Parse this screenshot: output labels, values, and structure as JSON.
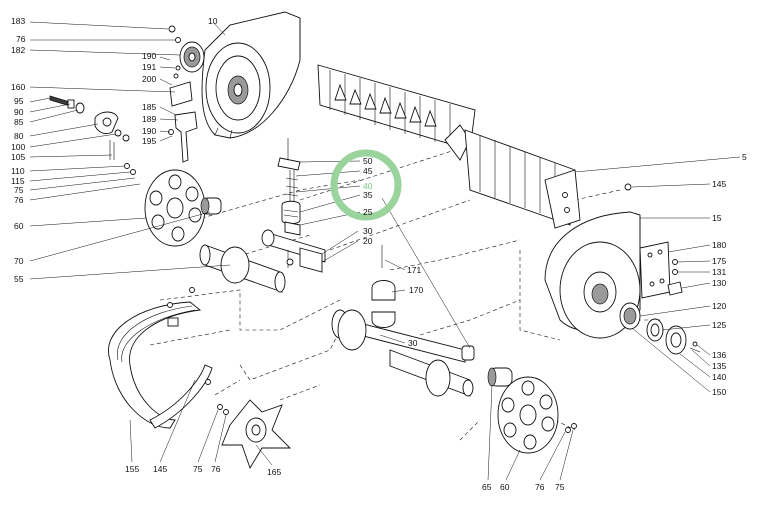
{
  "highlight": {
    "color": "#9bd39c",
    "label_color": "#7bc67e",
    "part": "40"
  },
  "labels": [
    {
      "id": "183",
      "text": "183"
    },
    {
      "id": "76a",
      "text": "76"
    },
    {
      "id": "182",
      "text": "182"
    },
    {
      "id": "10",
      "text": "10"
    },
    {
      "id": "190a",
      "text": "190"
    },
    {
      "id": "191",
      "text": "191"
    },
    {
      "id": "200",
      "text": "200"
    },
    {
      "id": "160",
      "text": "160"
    },
    {
      "id": "95",
      "text": "95"
    },
    {
      "id": "90",
      "text": "90"
    },
    {
      "id": "85",
      "text": "85"
    },
    {
      "id": "185",
      "text": "185"
    },
    {
      "id": "189",
      "text": "189"
    },
    {
      "id": "190b",
      "text": "190"
    },
    {
      "id": "195",
      "text": "195"
    },
    {
      "id": "80",
      "text": "80"
    },
    {
      "id": "100",
      "text": "100"
    },
    {
      "id": "105",
      "text": "105"
    },
    {
      "id": "110",
      "text": "110"
    },
    {
      "id": "115",
      "text": "115"
    },
    {
      "id": "75a",
      "text": "75"
    },
    {
      "id": "76b",
      "text": "76"
    },
    {
      "id": "60a",
      "text": "60"
    },
    {
      "id": "70",
      "text": "70"
    },
    {
      "id": "55",
      "text": "55"
    },
    {
      "id": "50",
      "text": "50"
    },
    {
      "id": "45",
      "text": "45"
    },
    {
      "id": "40",
      "text": "40"
    },
    {
      "id": "35",
      "text": "35"
    },
    {
      "id": "25",
      "text": "25"
    },
    {
      "id": "30a",
      "text": "30"
    },
    {
      "id": "20",
      "text": "20"
    },
    {
      "id": "171",
      "text": "171"
    },
    {
      "id": "170",
      "text": "170"
    },
    {
      "id": "30b",
      "text": "30"
    },
    {
      "id": "5",
      "text": "5"
    },
    {
      "id": "145a",
      "text": "145"
    },
    {
      "id": "15",
      "text": "15"
    },
    {
      "id": "180",
      "text": "180"
    },
    {
      "id": "175",
      "text": "175"
    },
    {
      "id": "131",
      "text": "131"
    },
    {
      "id": "130",
      "text": "130"
    },
    {
      "id": "120",
      "text": "120"
    },
    {
      "id": "125",
      "text": "125"
    },
    {
      "id": "136",
      "text": "136"
    },
    {
      "id": "135",
      "text": "135"
    },
    {
      "id": "140",
      "text": "140"
    },
    {
      "id": "150",
      "text": "150"
    },
    {
      "id": "155",
      "text": "155"
    },
    {
      "id": "145b",
      "text": "145"
    },
    {
      "id": "75b",
      "text": "75"
    },
    {
      "id": "76c",
      "text": "76"
    },
    {
      "id": "165",
      "text": "165"
    },
    {
      "id": "65",
      "text": "65"
    },
    {
      "id": "60b",
      "text": "60"
    },
    {
      "id": "76d",
      "text": "76"
    },
    {
      "id": "75c",
      "text": "75"
    }
  ]
}
